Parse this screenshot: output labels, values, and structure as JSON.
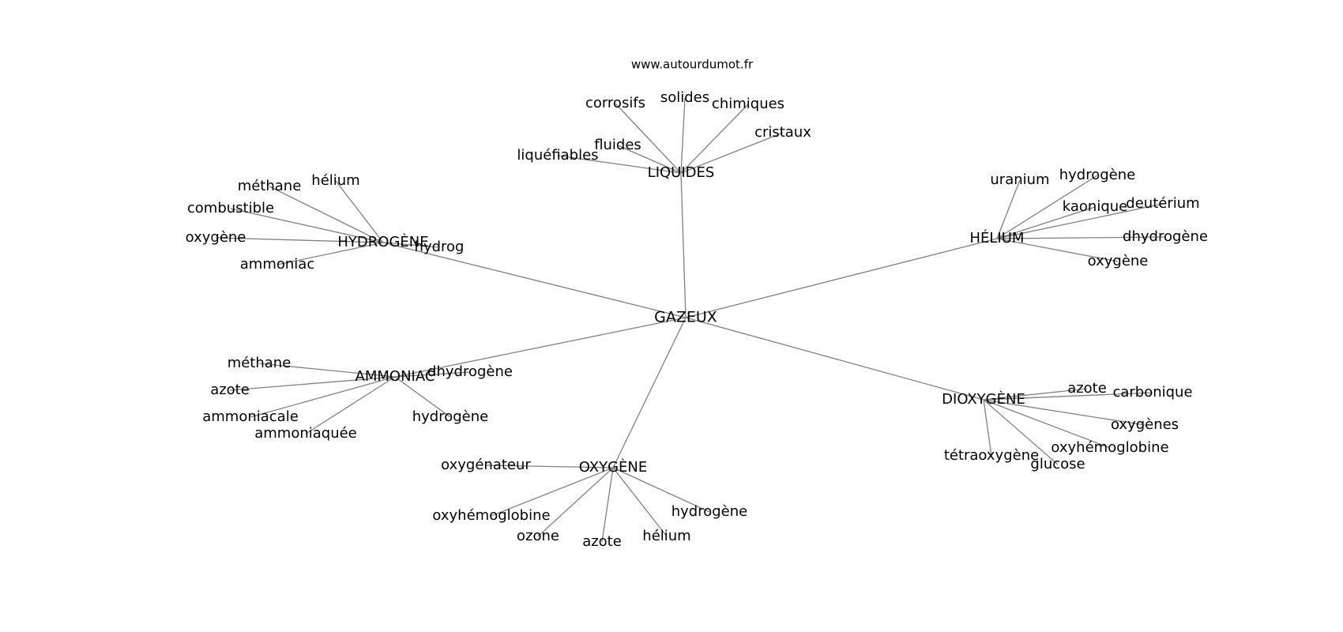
{
  "source": "www.autourdumot.fr",
  "center": "GAZEUX",
  "colors": {
    "edge": "#808080",
    "text": "#000000",
    "background": "#ffffff"
  },
  "hubs": [
    {
      "id": "liquides",
      "label": "LIQUIDES",
      "leaves": [
        "corrosifs",
        "solides",
        "chimiques",
        "cristaux",
        "fluides",
        "liquéfiables"
      ]
    },
    {
      "id": "hydrogene",
      "label": "HYDROGÈNE",
      "leaves": [
        "méthane",
        "hélium",
        "combustible",
        "oxygène",
        "ammoniac",
        "hydrog"
      ]
    },
    {
      "id": "helium",
      "label": "HÉLIUM",
      "leaves": [
        "uranium",
        "hydrogène",
        "kaonique",
        "deutérium",
        "dhydrogène",
        "oxygène"
      ]
    },
    {
      "id": "ammoniac",
      "label": "AMMONIAC",
      "leaves": [
        "méthane",
        "azote",
        "ammoniacale",
        "ammoniaquée",
        "dhydrogène",
        "hydrogène"
      ]
    },
    {
      "id": "dioxygene",
      "label": "DIOXYGÈNE",
      "leaves": [
        "azote",
        "carbonique",
        "oxygènes",
        "oxyhémoglobine",
        "tétraoxygène",
        "glucose"
      ]
    },
    {
      "id": "oxygene",
      "label": "OXYGÈNE",
      "leaves": [
        "oxygénateur",
        "oxyhémoglobine",
        "ozone",
        "azote",
        "hélium",
        "hydrogène"
      ]
    }
  ]
}
